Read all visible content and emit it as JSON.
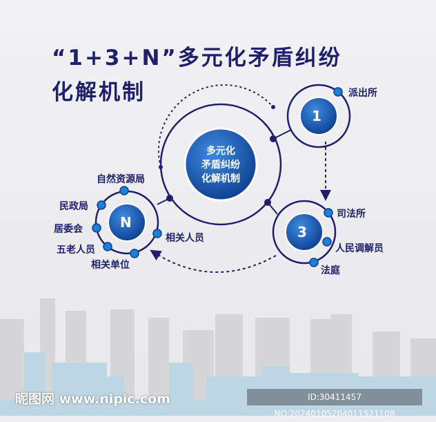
{
  "title": {
    "line1": "“1+3+N”多元化矛盾纠纷",
    "line2": "化解机制"
  },
  "center": {
    "line1": "多元化",
    "line2": "矛盾纠纷",
    "line3": "化解机制"
  },
  "node1": {
    "label": "1",
    "items": [
      "派出所"
    ]
  },
  "node3": {
    "label": "3",
    "items": [
      "司法所",
      "人民调解员",
      "法庭"
    ]
  },
  "nodeN": {
    "label": "N",
    "items": [
      "自然资源局",
      "民政局",
      "居委会",
      "五老人员",
      "相关单位",
      "相关人员"
    ]
  },
  "watermark": {
    "logo": "昵图网 www.nipic.com",
    "id": "ID:30411457 NO:20240105204011521108"
  },
  "colors": {
    "navy": "#1f1f6b",
    "blue": "#1a5bb5"
  }
}
